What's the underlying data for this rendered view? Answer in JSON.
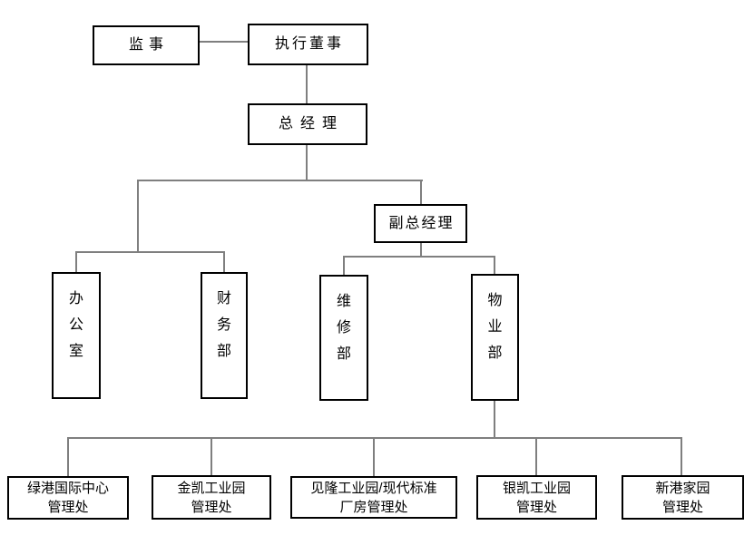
{
  "colors": {
    "background": "#ffffff",
    "box_border": "#000000",
    "connector": "#7f7f7f",
    "text": "#000000"
  },
  "org": {
    "supervisor": {
      "label": "监事"
    },
    "executive_director": {
      "label": "执行董事"
    },
    "general_manager": {
      "label": "总经理"
    },
    "deputy_general_manager": {
      "label": "副总经理"
    },
    "office": {
      "label": "办公室"
    },
    "finance_dept": {
      "label": "财务部"
    },
    "maintenance_dept": {
      "label": "维修部"
    },
    "property_dept": {
      "label": "物业部"
    },
    "management_offices": [
      {
        "line1": "绿港国际中心",
        "line2": "管理处"
      },
      {
        "line1": "金凯工业园",
        "line2": "管理处"
      },
      {
        "line1": "见隆工业园/现代标准",
        "line2": "厂房管理处"
      },
      {
        "line1": "银凯工业园",
        "line2": "管理处"
      },
      {
        "line1": "新港家园",
        "line2": "管理处"
      }
    ]
  }
}
